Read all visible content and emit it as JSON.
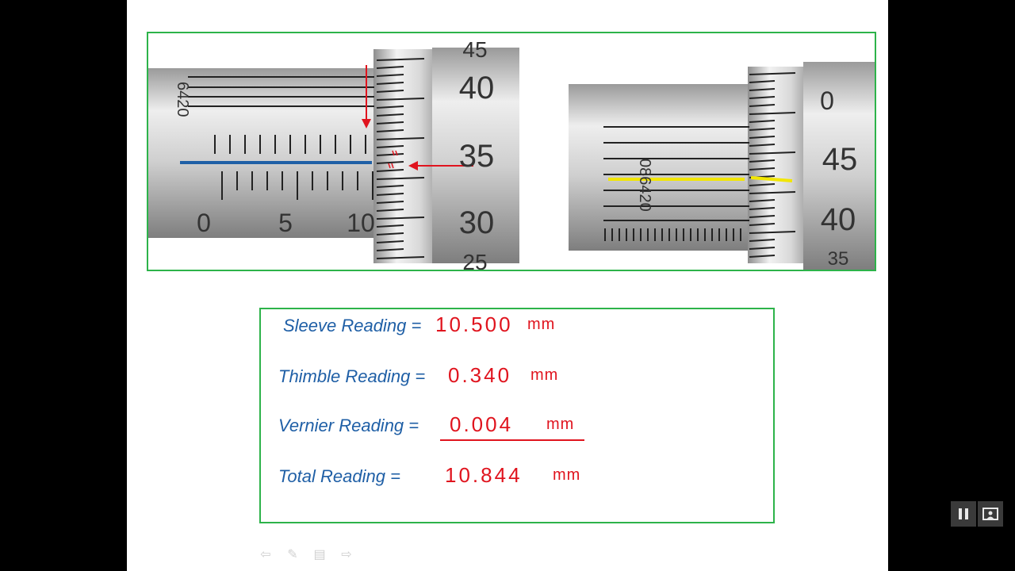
{
  "slide": {
    "readings": [
      {
        "label": "Sleeve Reading =",
        "value": "10.500",
        "unit": "mm"
      },
      {
        "label": "Thimble Reading =",
        "value": "0.340",
        "unit": "mm"
      },
      {
        "label": "Vernier Reading =",
        "value": "0.004",
        "unit": "mm"
      },
      {
        "label": "Total Reading =",
        "value": "10.844",
        "unit": "mm"
      }
    ]
  },
  "micrometer_left": {
    "sleeve_numbers": [
      "0",
      "5",
      "10"
    ],
    "vernier_numbers": "6420",
    "thimble_numbers": [
      "45",
      "40",
      "35",
      "30",
      "25"
    ]
  },
  "micrometer_right": {
    "vernier_numbers": "086420",
    "thimble_numbers": [
      "0",
      "45",
      "40",
      "35"
    ]
  },
  "colors": {
    "frame": "#2db34a",
    "label": "#1f5fa6",
    "ink": "#e0141e",
    "blue_line": "#1f5fa6",
    "yellow_line": "#f2e600"
  },
  "icons": {
    "nav_prev": "arrow-left-icon",
    "nav_pen": "pen-icon",
    "nav_menu": "menu-icon",
    "nav_next": "arrow-right-icon",
    "pause": "pause-icon",
    "presenter": "presenter-view-icon"
  }
}
